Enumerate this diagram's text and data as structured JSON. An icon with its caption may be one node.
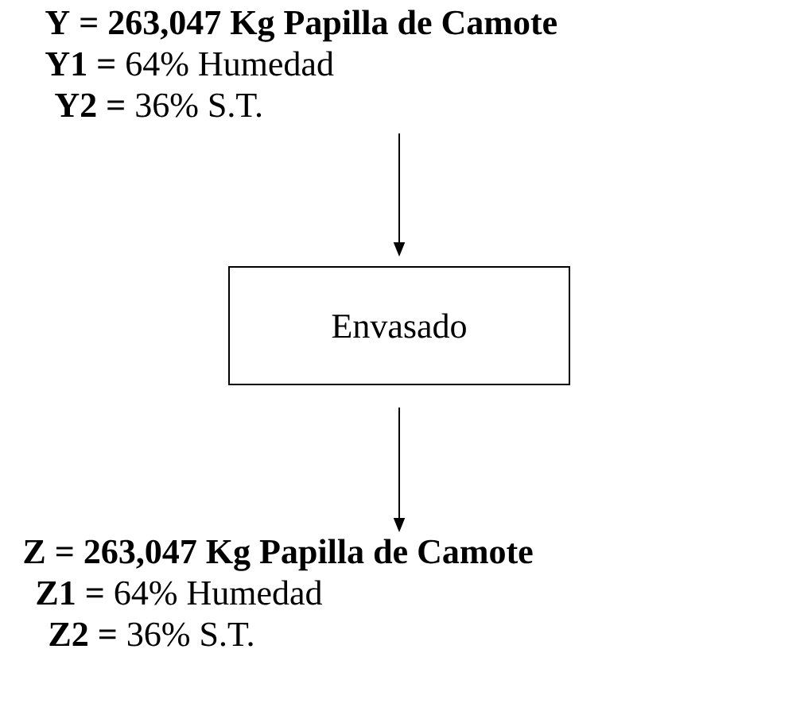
{
  "diagram": {
    "nodes": [
      {
        "text": [
          "Y = 263,047 Kg Papilla de Camote",
          "**Y1 =** 64% Humedad",
          "**Y2 =** 36% S.T."
        ]
      },
      {
        "text": [
          "Envasado"
        ]
      },
      {
        "text": [
          "Z = 263,047 Kg Papilla de Camote",
          "**Z1 =** 64% Humedad",
          "**Z2 =** 36% S.T."
        ]
      }
    ],
    "edges": [
      {
        "from": 0,
        "to": 1,
        "arrow": "to"
      },
      {
        "from": 1,
        "to": 2,
        "arrow": "to"
      }
    ]
  }
}
